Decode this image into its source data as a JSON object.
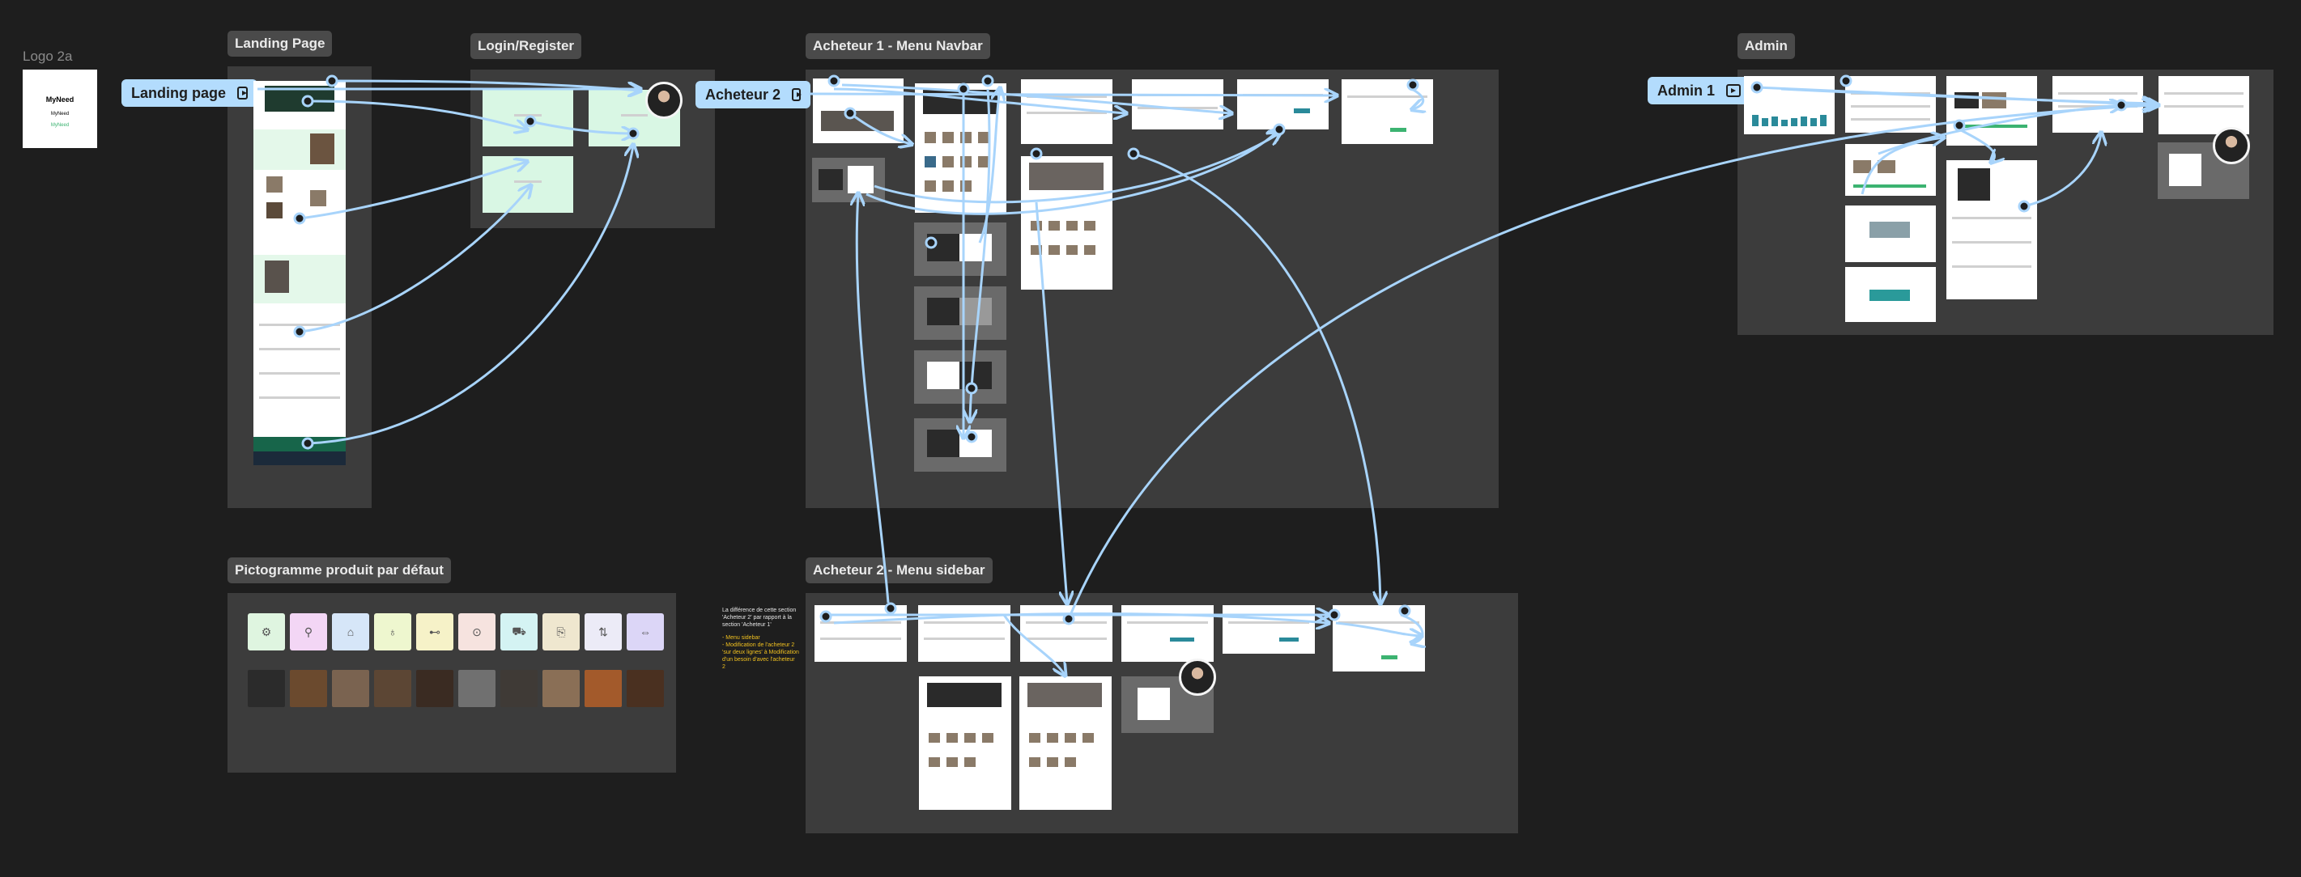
{
  "canvas": {
    "background": "#1e1e1e",
    "section_fill": "#3c3c3c",
    "connector_color": "#a8d4fb"
  },
  "logo": {
    "label": "Logo 2a",
    "brand": "MyNeed",
    "line2": "MyNeed",
    "line3": "MyNeed"
  },
  "sections": {
    "landing": "Landing Page",
    "login": "Login/Register",
    "buyer1_navbar": "Acheteur 1 - Menu Navbar",
    "admin": "Admin",
    "pictogram": "Pictogramme produit par défaut",
    "buyer2_sidebar": "Acheteur 2 - Menu sidebar"
  },
  "flow_starts": {
    "landing": "Landing page",
    "buyer2": "Acheteur 2",
    "admin1": "Admin 1"
  },
  "pictograms": {
    "icons": [
      "⚙",
      "⚲",
      "⌂",
      "♁",
      "⊷",
      "⊙",
      "⛟",
      "⎘",
      "⇅",
      "⇔"
    ],
    "colors": [
      "#dff5e0",
      "#f3d6f5",
      "#d6e6f8",
      "#eef7cf",
      "#f6f2c8",
      "#f6e3df",
      "#d4f3f3",
      "#efe7cf",
      "#ecebf7",
      "#dcd6f7"
    ],
    "photo_colors": [
      "#2b2b2b",
      "#6b4a2e",
      "#7a6350",
      "#5c4634",
      "#3a2b22",
      "#707070",
      "#3f3a36",
      "#8a6f56",
      "#a35a2b",
      "#4a3020"
    ]
  },
  "note": {
    "white": "La différence de cette section 'Acheteur 2' par rapport à la section 'Acheteur 1'",
    "yellow": "- Menu sidebar\n- Modification de l'acheteur 2 'sur deux lignes' à Modification d'un besoin d'avec l'acheteur 2"
  }
}
